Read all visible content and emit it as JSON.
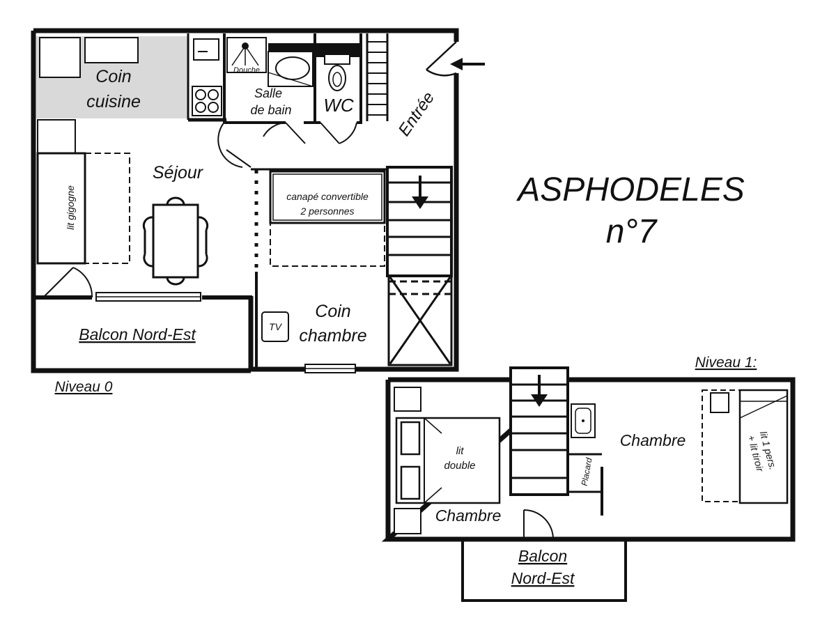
{
  "title": {
    "line1": "ASPHODELES",
    "line2": "n°7"
  },
  "levels": {
    "level0": "Niveau 0",
    "level1": "Niveau 1:"
  },
  "level0_rooms": {
    "kitchen_line1": "Coin",
    "kitchen_line2": "cuisine",
    "bath_line1": "Salle",
    "bath_line2": "de bain",
    "shower": "Douche",
    "wc": "WC",
    "entry": "Entrée",
    "living": "Séjour",
    "trundle_bed": "lit gigogne",
    "sofa_line1": "canapé convertible",
    "sofa_line2": "2 personnes",
    "tv": "TV",
    "sleep_corner_line1": "Coin",
    "sleep_corner_line2": "chambre",
    "balcony": "Balcon Nord-Est"
  },
  "level1_rooms": {
    "bedroom_left": "Chambre",
    "double_bed_line1": "lit",
    "double_bed_line2": "double",
    "closet": "Placard",
    "bedroom_right": "Chambre",
    "single_bed_line1": "lit 1 pers.",
    "single_bed_line2": "+ lit tiroir",
    "balcony_line1": "Balcon",
    "balcony_line2": "Nord-Est"
  },
  "colors": {
    "wall": "#111111",
    "kitchen_fill": "#d9d9d9",
    "background": "#ffffff"
  }
}
